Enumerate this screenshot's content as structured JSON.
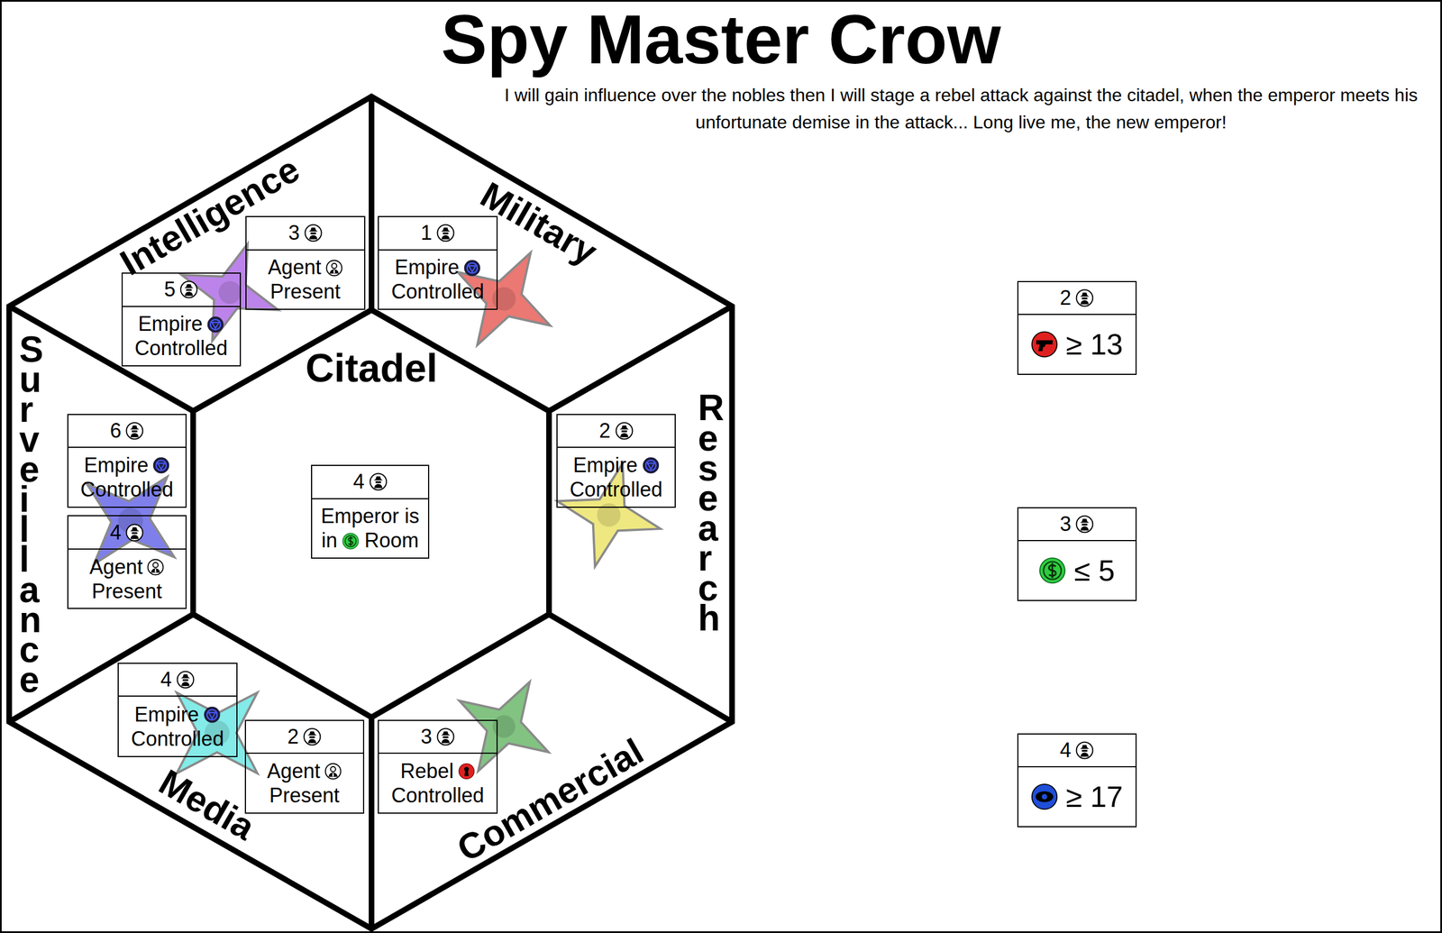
{
  "diagram": {
    "title": "Spy Master Crow",
    "caption": "I will gain influence over the nobles then I will stage a rebel attack against the citadel, when the emperor meets his unfortunate demise in the attack... Long live me, the new emperor!",
    "nodes": [
      {
        "text": [
          "3",
          "Agent Present"
        ]
      },
      {
        "text": [
          "5",
          "Empire Controlled"
        ]
      },
      {
        "text": [
          "1",
          "Empire Controlled"
        ]
      },
      {
        "text": [
          "6",
          "Empire Controlled"
        ]
      },
      {
        "text": [
          "4",
          "Agent Present"
        ]
      },
      {
        "text": [
          "4",
          "Emperor is in Room"
        ]
      },
      {
        "text": [
          "2",
          "Empire Controlled"
        ]
      },
      {
        "text": [
          "4",
          "Empire Controlled"
        ]
      },
      {
        "text": [
          "2",
          "Agent Present"
        ]
      },
      {
        "text": [
          "3",
          "Rebel Controlled"
        ]
      },
      {
        "text": [
          "2",
          "≥ 13"
        ]
      },
      {
        "text": [
          "3",
          "≤ 5"
        ]
      },
      {
        "text": [
          "4",
          "≥ 17"
        ]
      }
    ],
    "labels": [
      "Intelligence",
      "Military",
      "Surveillance",
      "Citadel",
      "Research",
      "Media",
      "Commercial"
    ]
  }
}
